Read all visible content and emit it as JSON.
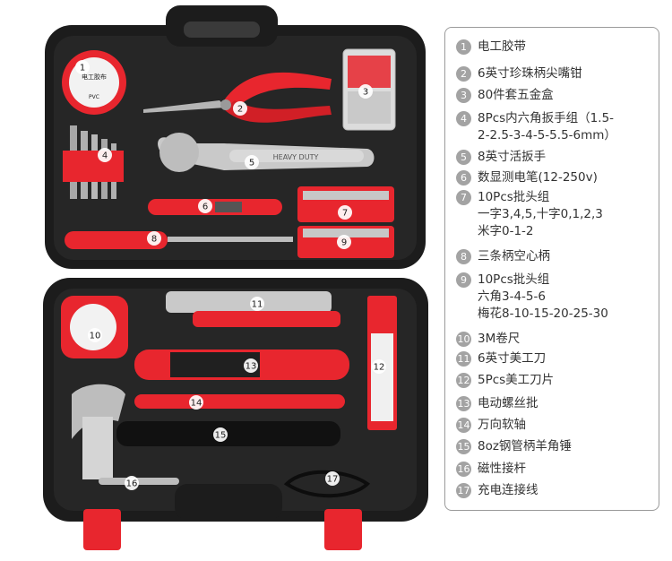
{
  "legend": [
    {
      "num": "1",
      "text": "电工胶带"
    },
    {
      "num": "2",
      "text": "6英寸珍珠柄尖嘴钳"
    },
    {
      "num": "3",
      "text": "80件套五金盒"
    },
    {
      "num": "4",
      "text": "8Pcs内六角扳手组（1.5-\n2-2.5-3-4-5-5.5-6mm）"
    },
    {
      "num": "5",
      "text": "8英寸活扳手"
    },
    {
      "num": "6",
      "text": "数显测电笔(12-250v)"
    },
    {
      "num": "7",
      "text": "10Pcs批头组\n一字3,4,5,十字0,1,2,3\n米字0-1-2"
    },
    {
      "num": "8",
      "text": "三条柄空心柄"
    },
    {
      "num": "9",
      "text": "10Pcs批头组\n六角3-4-5-6\n梅花8-10-15-20-25-30"
    },
    {
      "num": "10",
      "text": "3M卷尺"
    },
    {
      "num": "11",
      "text": "6英寸美工刀"
    },
    {
      "num": "12",
      "text": "5Pcs美工刀片"
    },
    {
      "num": "13",
      "text": "电动螺丝批"
    },
    {
      "num": "14",
      "text": "万向软轴"
    },
    {
      "num": "15",
      "text": "8oz钢管柄羊角锤"
    },
    {
      "num": "16",
      "text": "磁性接杆"
    },
    {
      "num": "17",
      "text": "充电连接线"
    }
  ],
  "photo_badges": [
    "1",
    "2",
    "3",
    "4",
    "5",
    "6",
    "7",
    "8",
    "9",
    "10",
    "11",
    "12",
    "13",
    "14",
    "15",
    "16",
    "17"
  ],
  "product_labels": {
    "tape_brand": "电工胶布",
    "tape_type": "PVC",
    "wrench_text": "HEAVY DUTY"
  },
  "colors": {
    "accent_red": "#e8262e",
    "case_black": "#1c1c1c",
    "badge_fill": "#ffffff"
  }
}
